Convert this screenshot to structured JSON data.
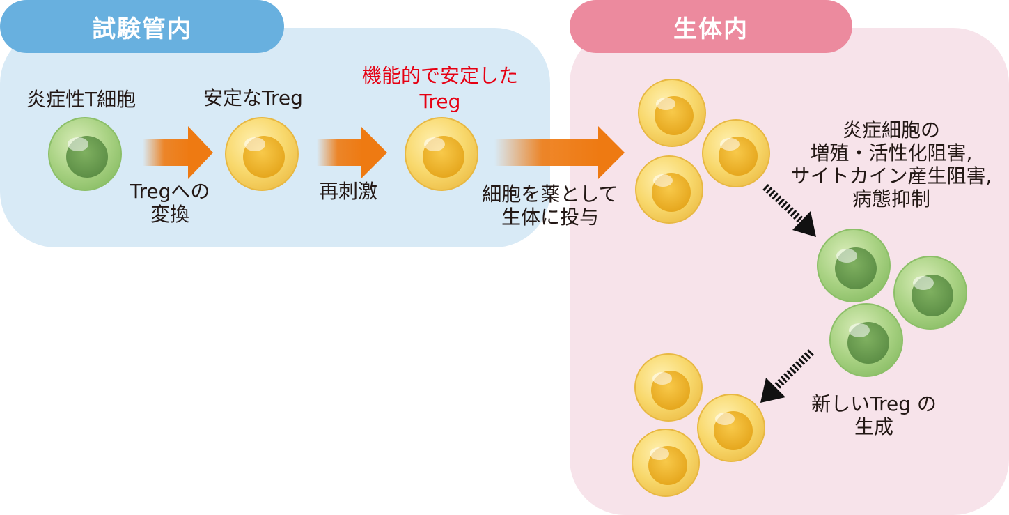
{
  "sections": {
    "in_vitro": "試験管内",
    "in_vivo": "生体内"
  },
  "labels": {
    "inflammatory_t": "炎症性T細胞",
    "stable_treg": "安定なTreg",
    "functional_line1": "機能的で安定した",
    "functional_line2": "Treg",
    "convert_line1": "Tregへの",
    "convert_line2": "変換",
    "restim": "再刺激",
    "admin_line1": "細胞を薬として",
    "admin_line2": "生体に投与",
    "effect_line1": "炎症細胞の",
    "effect_line2": "増殖・活性化阻害,",
    "effect_line3": "サイトカイン産生阻害,",
    "effect_line4": "病態抑制",
    "new_line1": "新しいTreg の",
    "new_line2": "生成"
  },
  "colors": {
    "vitro_panel": "#d8eaf6",
    "vitro_tab": "#68b0df",
    "vivo_panel": "#f7e3ea",
    "vivo_tab": "#ec8a9e",
    "arrow": "#ee7a12",
    "highlight_text": "#e60012",
    "treg_cell": "#f6d66c",
    "inflammatory_cell": "#9ccb73"
  }
}
